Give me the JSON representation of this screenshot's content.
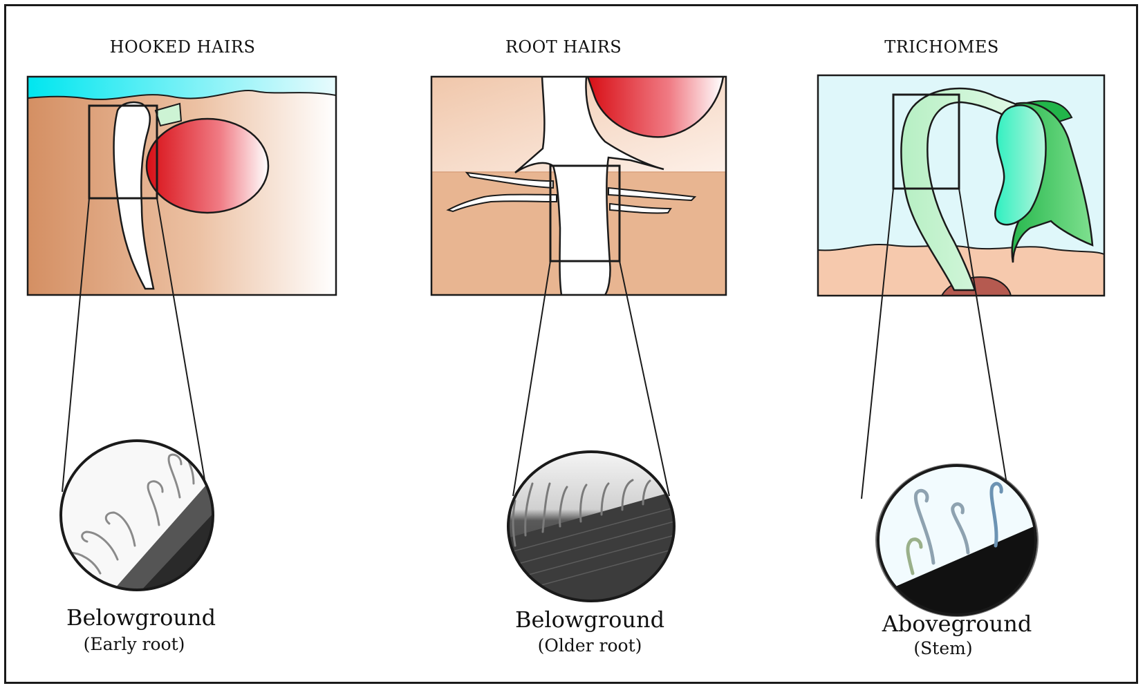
{
  "panels": [
    {
      "heading": "HOOKED HAIRS",
      "location": "Belowground",
      "detail": "(Early root)"
    },
    {
      "heading": "ROOT HAIRS",
      "location": "Belowground",
      "detail": "(Older root)"
    },
    {
      "heading": "TRICHOMES",
      "location": "Aboveground",
      "detail": "(Stem)"
    }
  ],
  "colors": {
    "soil": "#e8b591",
    "soil_dark": "#d48f63",
    "water": "#00e8f0",
    "sky": "#dff7fa",
    "seed": "#e0161b",
    "stem": "#cdf3d4",
    "leaf": "#33d07a",
    "outline": "#1a1a1a"
  }
}
